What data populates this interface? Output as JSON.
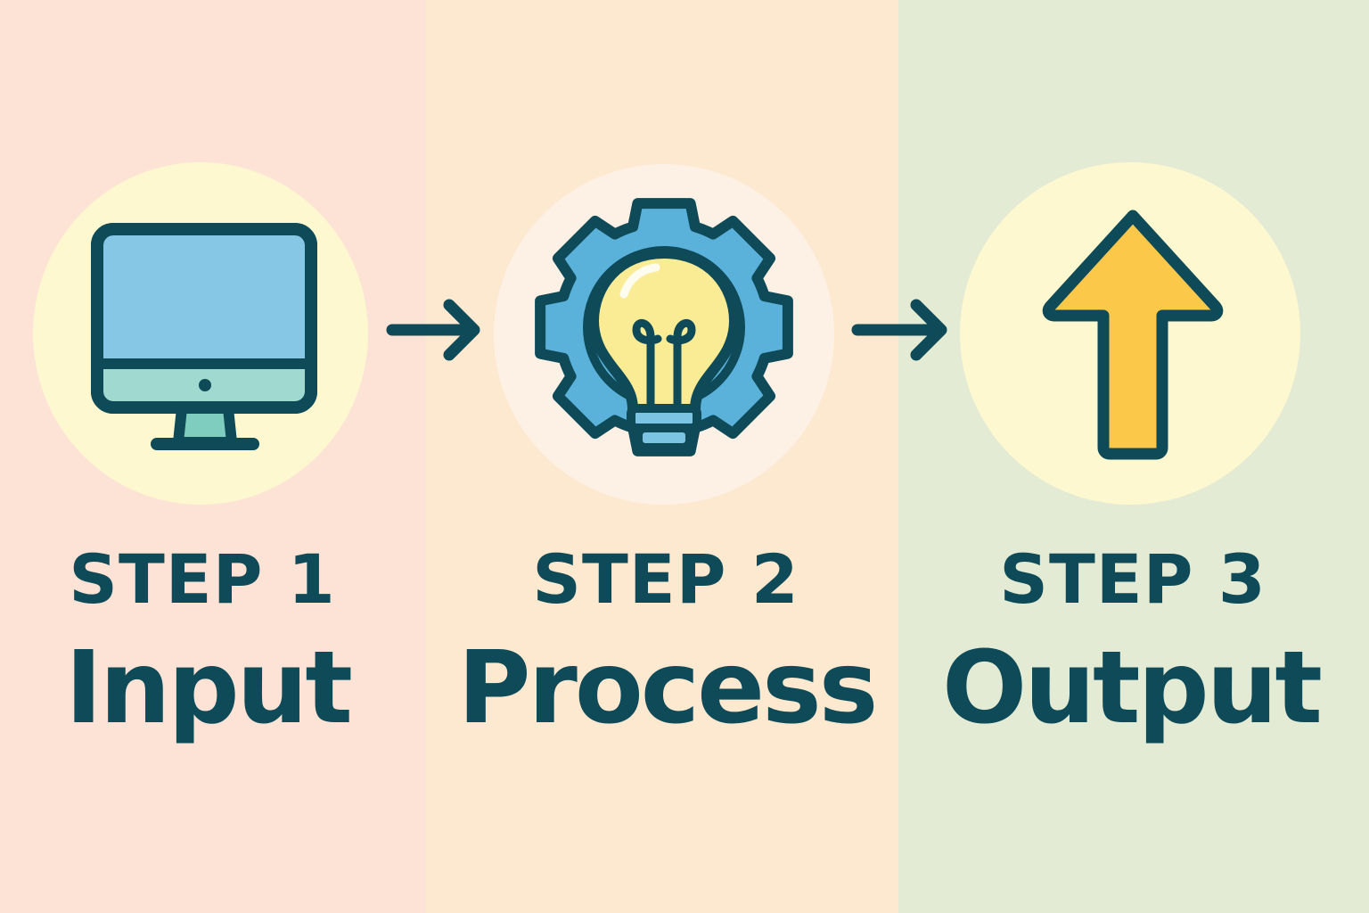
{
  "colors": {
    "panel_input_bg": "#fde2d6",
    "panel_process_bg": "#fde8d0",
    "panel_output_bg": "#e4ebd4",
    "circle_yellow": "#fdf8d0",
    "circle_cream": "#fdf0e4",
    "ink": "#0e4a58",
    "monitor_screen": "#87c7e6",
    "monitor_base": "#9fd9cf",
    "monitor_stand": "#7fcdbf",
    "gear_blue": "#5ab2da",
    "bulb_yellow": "#f9ec95",
    "bulb_base": "#7cc4e4",
    "arrow_yellow": "#fcc84a"
  },
  "steps": [
    {
      "label": "STEP 1",
      "name": "Input",
      "icon": "monitor-icon"
    },
    {
      "label": "STEP 2",
      "name": "Process",
      "icon": "gear-lightbulb-icon"
    },
    {
      "label": "STEP 3",
      "name": "Output",
      "icon": "up-arrow-icon"
    }
  ],
  "connectors": [
    {
      "icon": "arrow-right-icon"
    },
    {
      "icon": "arrow-right-icon"
    }
  ]
}
